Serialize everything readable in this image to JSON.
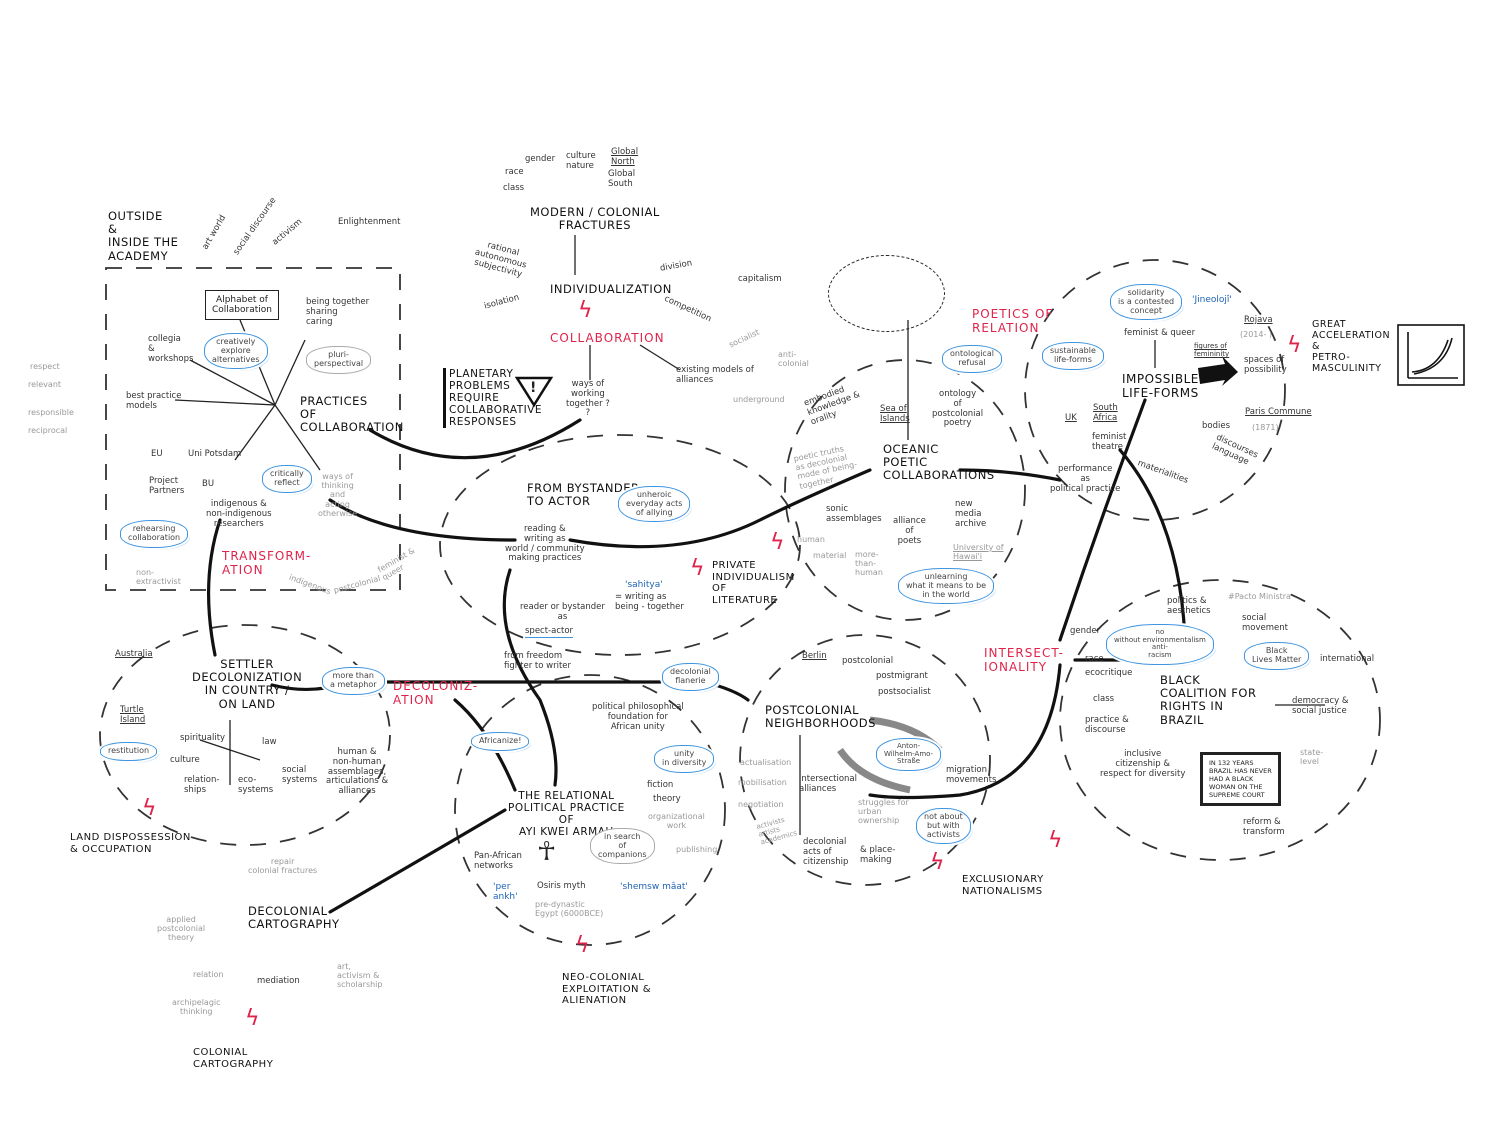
{
  "academy": {
    "title": "Outside\n& \nInside the\nAcademy",
    "box": "Alphabet of\nCollaboration",
    "hub": "Practices\nof\nCollaboration",
    "outward": [
      "art world",
      "social discourse",
      "activism"
    ],
    "items": [
      "collegia\n&\nworkshops",
      "being together\nsharing\ncaring",
      "best practice\nmodels",
      "EU",
      "Uni Potsdam",
      "Project\nPartners",
      "BU",
      "indigenous &\nnon-indigenous\nresearchers",
      "ways of\nthinking\nand\nacting\notherwise",
      "non-\nextractivist",
      "indigenous",
      "postcolonial",
      "feminist &\nqueer"
    ],
    "values": [
      "respect",
      "relevant",
      "responsible",
      "reciprocal"
    ],
    "clouds": [
      "creatively\nexplore\nalternatives",
      "pluri-\nperspectival",
      "critically\nreflect",
      "rehearsing\ncollaboration"
    ]
  },
  "fractures": {
    "title": "Modern / colonial\nfractures",
    "axes": [
      "race",
      "gender",
      "class",
      "culture\nnature",
      "Global\nNorth",
      "Global\nSouth"
    ],
    "individualization": "Individualization",
    "items": [
      "Enlightenment",
      "rational\nautonomous\nsubjectivity",
      "isolation",
      "division",
      "competition",
      "capitalism"
    ],
    "collaboration": "Collaboration",
    "planetary": "Planetary\nproblems\nrequire\ncollaborative\nresponses",
    "ways": "ways of\nworking\ntogether ?\n?",
    "models": "existing models of\nalliances",
    "model_types": [
      "socialist",
      "anti-\ncolonial",
      "underground"
    ]
  },
  "bystander": {
    "title": "From bystander\nto actor",
    "reading": "reading &\nwriting as\nworld / community\nmaking practices",
    "sahitya": "'sahitya'",
    "sahitya_def": "= writing as\nbeing - together",
    "reader": "reader or bystander\nas",
    "spect_actor": "spect-actor",
    "freedom": "from freedom\nfighter to writer",
    "cloud": "unheroic\neveryday acts\nof allying",
    "threat": "Private\nindividualism\nof\nliterature"
  },
  "oceanic": {
    "red": "Poetics of\nrelation",
    "title": "Oceanic\npoetic\ncollaborations",
    "items": [
      "embodied knowledge &\norality",
      "Sea of\nIslands",
      "ontology\nof\npostcolonial\npoetry",
      "poetic truths\nas decolonial\nmode of being-\ntogether",
      "sonic\nassemblages",
      "human",
      "material",
      "more-\nthan-\nhuman",
      "alliance\nof\npoets",
      "new\nmedia\narchive",
      "University of\nHawai'i"
    ],
    "clouds": [
      "ontological\nrefusal",
      "unlearning\nwhat it means to be\nin the world"
    ]
  },
  "impossible": {
    "title": "Impossible\nlife-forms",
    "items": [
      "feminist & queer",
      "'Jineolojî'",
      "figures of\nfemininity",
      "Rojava",
      "(2014- )",
      "spaces of\npossibility",
      "Paris Commune",
      "(1871)",
      "bodies",
      "discourses\nlanguage",
      "materialities",
      "UK",
      "South\nAfrica",
      "feminist\ntheatre",
      "performance\nas\npolitical practice"
    ],
    "clouds": [
      "solidarity\nis a contested\nconcept",
      "sustainable\nlife-forms"
    ],
    "threat": "Great\nacceleration\n&\npetro-\nmasculinity"
  },
  "settler": {
    "red": "Transform-\nation",
    "title": "Settler\ndecolonization\nin country /\non land",
    "items": [
      "Australia",
      "Turtle\nIsland",
      "spirituality",
      "law",
      "culture",
      "relation-\nships",
      "eco-\nsystems",
      "social\nsystems",
      "human &\nnon-human\nassemblages,\narticulations &\nalliances"
    ],
    "clouds": [
      "restitution",
      "more than\na metaphor"
    ],
    "threat": "Land dispossession\n& occupation"
  },
  "decolonization": {
    "red": "Decoloniz-\nation",
    "cloud_flanerie": "decolonial\nflanerie"
  },
  "armah": {
    "title": "The relational\npolitical practice\nof\nAyi Kwei Armah",
    "items": [
      "political philosophical\nfoundation for\nAfrican unity",
      "fiction",
      "theory",
      "organizational\nwork",
      "publishing",
      "Pan-African\nnetworks",
      "Osiris myth",
      "pre-dynastic\nEgypt (6000BCE)"
    ],
    "blue": [
      "'per\nankh'",
      "'shemsw mâat'"
    ],
    "clouds": [
      "Africanize!",
      "unity\nin diversity",
      "in search\nof\ncompanions"
    ],
    "ankh": "☥",
    "threat": "Neo-colonial\nexploitation &\nalienation"
  },
  "cartography": {
    "title": "Decolonial\ncartography",
    "items": [
      "repair\ncolonial fractures",
      "applied\npostcolonial\ntheory",
      "relation",
      "archipelagic\nthinking",
      "mediation",
      "art,\nactivism &\nscholarship"
    ],
    "threat": "Colonial\ncartography"
  },
  "neighborhoods": {
    "title": "Postcolonial\nneighborhoods",
    "items": [
      "Berlin",
      "postcolonial",
      "postmigrant",
      "postsocialist",
      "migration\nmovements",
      "intersectional\nalliances",
      "actualisation",
      "mobilisation",
      "negotiation",
      "activists\nartists\nacademics",
      "decolonial\nacts of\ncitizenship",
      "& place-\nmaking",
      "struggles for\nurban\nownership"
    ],
    "clouds": [
      "Anton-\nWilhelm-Amo-\nStraße",
      "not about\nbut with\nactivists"
    ],
    "threat": "Exclusionary\nnationalisms"
  },
  "brazil": {
    "red": "Intersect-\nionality",
    "title": "Black\ncoalition for\nrights in\nBrazil",
    "items": [
      "politics &\naesthetics",
      "#Pacto Ministra",
      "gender",
      "race",
      "ecocritique",
      "class",
      "practice &\ndiscourse",
      "social\nmovement",
      "international",
      "democracy &\nsocial justice",
      "state-\nlevel",
      "inclusive\ncitizenship &\nrespect for diversity",
      "reform &\ntransform"
    ],
    "clouds": [
      "no\nwithout   environmentalism\nanti-\nracism",
      "Black\nLives Matter"
    ],
    "box": "In 132 years\nBrazil has never\nhad a Black\nwoman on the\nSupreme Court"
  },
  "colors": {
    "ink": "#111111",
    "red": "#e0234a",
    "blue": "#3f95e0"
  }
}
